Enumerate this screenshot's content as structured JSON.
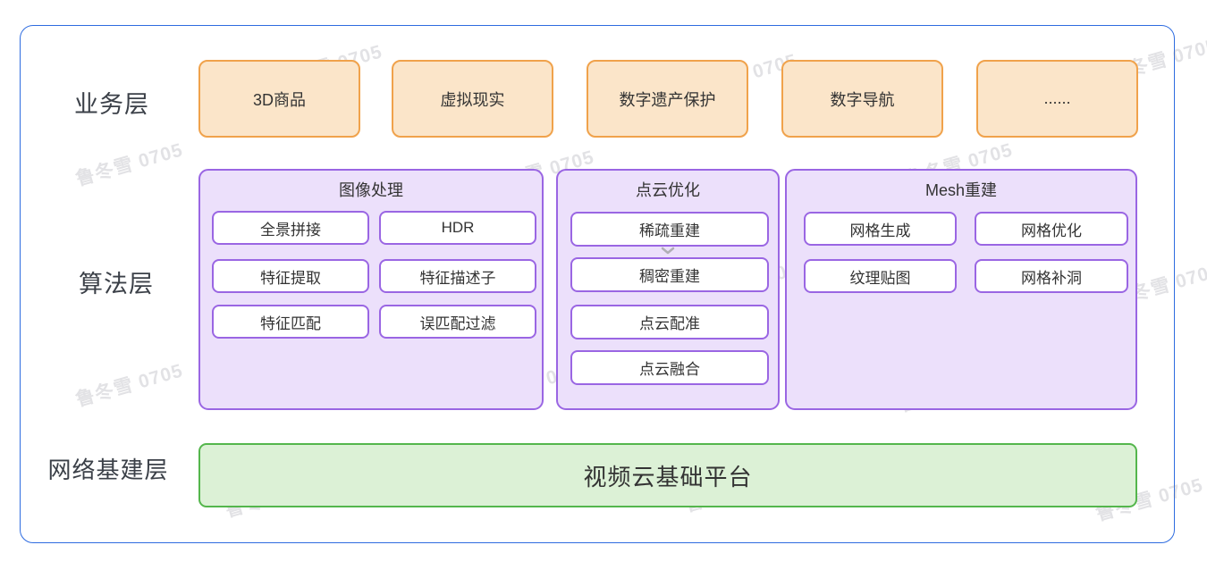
{
  "watermark": {
    "text": "鲁冬雪 0705"
  },
  "layers": {
    "business": {
      "label": "业务层",
      "items": [
        "3D商品",
        "虚拟现实",
        "数字遗产保护",
        "数字导航",
        "......"
      ]
    },
    "algorithm": {
      "label": "算法层",
      "groups": [
        {
          "title": "图像处理",
          "items": [
            "全景拼接",
            "HDR",
            "特征提取",
            "特征描述子",
            "特征匹配",
            "误匹配过滤"
          ]
        },
        {
          "title": "点云优化",
          "items": [
            "稀疏重建",
            "稠密重建",
            "点云配准",
            "点云融合"
          ]
        },
        {
          "title": "Mesh重建",
          "items": [
            "网格生成",
            "网格优化",
            "纹理贴图",
            "网格补洞"
          ]
        }
      ]
    },
    "infrastructure": {
      "label": "网络基建层",
      "platform": "视频云基础平台"
    }
  },
  "colors": {
    "outer_border": "#2e6ce0",
    "business_fill": "#fbe5c9",
    "business_border": "#f0a24b",
    "algorithm_fill": "#ece0fb",
    "algorithm_border": "#9a66e3",
    "item_fill": "#ffffff",
    "infra_fill": "#dcf1d6",
    "infra_border": "#54b64c"
  }
}
